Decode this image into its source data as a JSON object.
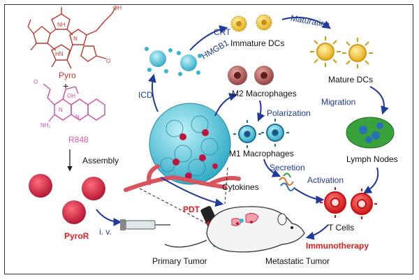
{
  "chemistry": {
    "pyro_label": "Pyro",
    "plus": "+",
    "r848_label": "R848",
    "assembly_label": "Assembly",
    "pyror_label": "PyroR",
    "iv_label": "i. v.",
    "atoms": {
      "nh": "NH",
      "n": "N",
      "hn": "HN",
      "oh": "OH",
      "o": "O",
      "nh2": "NH₂"
    }
  },
  "process": {
    "icd": "ICD",
    "crt": "CRT",
    "hmgb1": "HMGB1",
    "immature_dcs": "Immature DCs",
    "maturation": "Maturation",
    "mature_dcs": "Mature DCs",
    "migration": "Migration",
    "lymph_nodes": "Lymph Nodes",
    "m2": "M2 Macrophages",
    "polarization": "Polarization",
    "m1": "M1 Macrophages",
    "secretion": "Secretion",
    "cytokines": "Cytokines",
    "activation": "Activation",
    "t_cells": "T Cells",
    "pdt": "PDT",
    "immunotherapy": "Immunotherapy",
    "primary_tumor": "Primary Tumor",
    "metastatic_tumor": "Metastatic Tumor"
  },
  "colors": {
    "arrow_blue": "#1f3a9a",
    "pyro_red": "#c0392b",
    "r848_pink": "#e05aa8",
    "tumor_cyan": "#2fb7d0",
    "dc_yellow": "#f2c12e",
    "tcell_red": "#e02020",
    "macrophage": "#b85555",
    "lymph_green": "#3aa23a"
  }
}
